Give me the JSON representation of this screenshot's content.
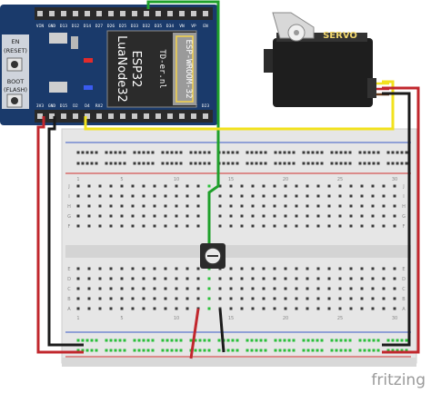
{
  "esp32": {
    "model_label": "ESP-WROOM-32",
    "board_lines": [
      "LuaNode32",
      "ESP32"
    ],
    "vendor_lines": [
      "TD-er.nl"
    ],
    "en_label": "EN",
    "reset_label": "(RESET)",
    "boot_label": "BOOT",
    "flash_label": "(FLASH)",
    "top_pins": [
      "VIN",
      "GND",
      "D13",
      "D12",
      "D14",
      "D27",
      "D26",
      "D25",
      "D33",
      "D32",
      "D35",
      "D34",
      "VN",
      "VP",
      "EN"
    ],
    "bottom_pins": [
      "3V3",
      "GND",
      "D15",
      "D2",
      "D4",
      "RX2",
      "TX2",
      "D5",
      "D18",
      "D19",
      "D21",
      "RX0",
      "TX0",
      "D22",
      "D23"
    ]
  },
  "servo": {
    "label": "SERVO"
  },
  "breadboard": {
    "row_letters_top": [
      "J",
      "I",
      "H",
      "G",
      "F"
    ],
    "row_letters_bottom": [
      "E",
      "D",
      "C",
      "B",
      "A"
    ],
    "col_numbers": [
      "1",
      "5",
      "10",
      "15",
      "20",
      "25",
      "30"
    ]
  },
  "watermark": {
    "text": "fritzing"
  },
  "colors": {
    "esp32_board": "#1a3a6b",
    "wire_red": "#c1272d",
    "wire_black": "#1b1b1b",
    "wire_yellow": "#f2e21e",
    "wire_green": "#1fa02b",
    "breadboard": "#e6e6e6",
    "hole_green": "#2bbf3a"
  },
  "icons": [
    "potentiometer-icon",
    "servo-icon",
    "esp32-chip-icon"
  ]
}
